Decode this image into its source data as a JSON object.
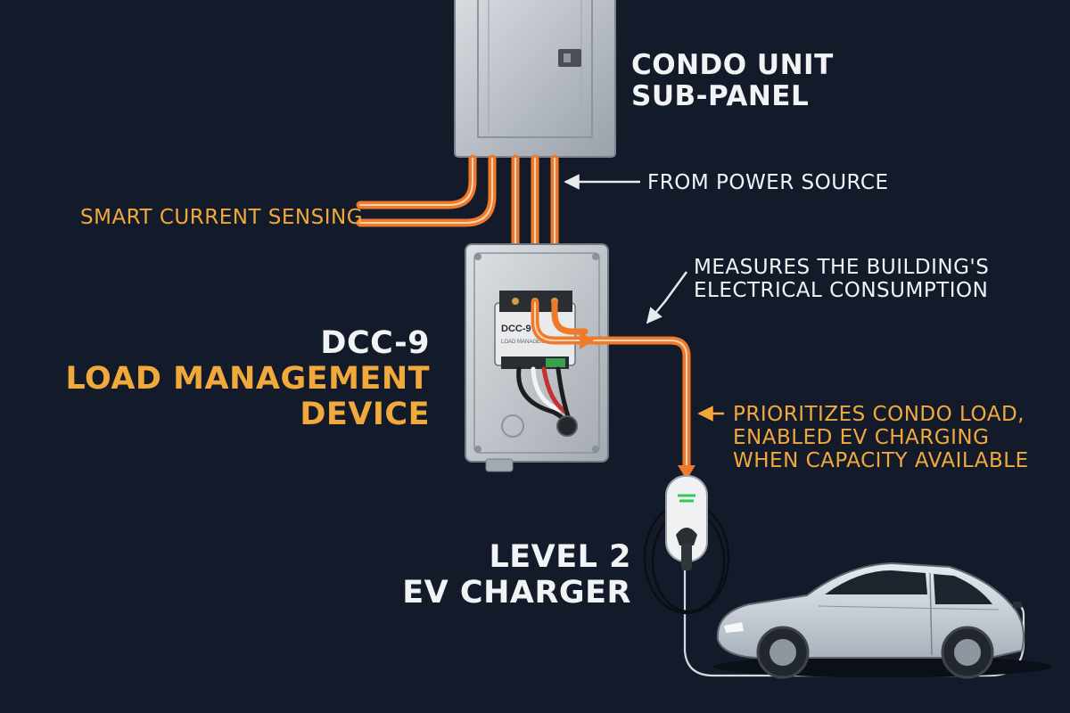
{
  "panel": {
    "title_line1": "CONDO UNIT",
    "title_line2": "SUB-PANEL"
  },
  "feed": {
    "label": "FROM POWER SOURCE"
  },
  "sensing": {
    "label": "SMART CURRENT SENSING"
  },
  "measure": {
    "line1": "MEASURES THE BUILDING'S",
    "line2": "ELECTRICAL CONSUMPTION"
  },
  "device": {
    "model": "DCC-9",
    "name_line1": "LOAD MANAGEMENT",
    "name_line2": "DEVICE",
    "face_model": "DCC-9",
    "face_subtitle": "LOAD MANAGEMENT"
  },
  "priority": {
    "line1": "PRIORITIZES CONDO LOAD,",
    "line2": "ENABLED EV CHARGING",
    "line3": "WHEN CAPACITY AVAILABLE"
  },
  "charger": {
    "line1": "LEVEL 2",
    "line2": "EV CHARGER"
  },
  "colors": {
    "background": "#131b2b",
    "wire_orange": "#f07a2a",
    "label_amber": "#f2a93b",
    "label_white": "#f2f3f5",
    "charger_led": "#34c759"
  }
}
